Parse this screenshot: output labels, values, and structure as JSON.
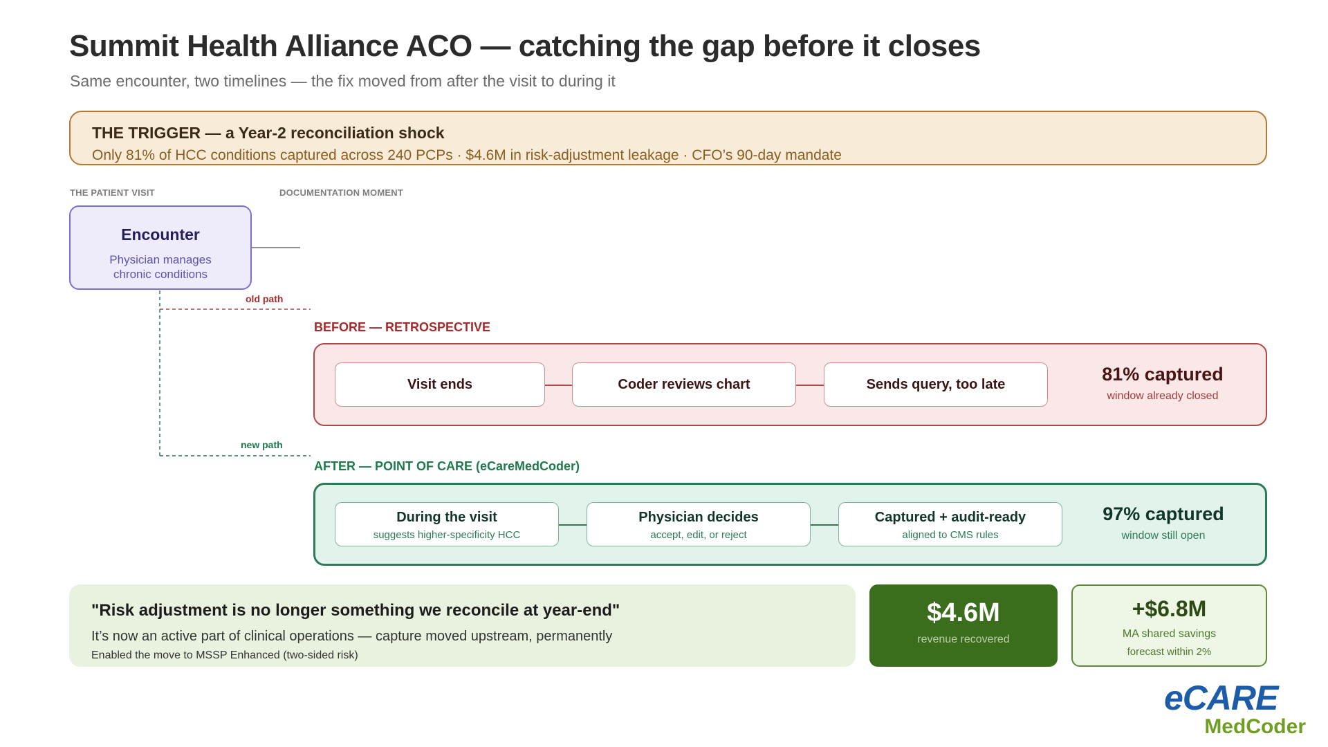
{
  "header": {
    "title": "Summit Health Alliance ACO — catching the gap before it closes",
    "subtitle": "Same encounter, two timelines — the fix moved from after the visit to during it"
  },
  "trigger": {
    "title": "THE TRIGGER — a Year-2 reconciliation shock",
    "text": "Only 81% of HCC conditions captured across 240 PCPs · $4.6M in risk-adjustment leakage · CFO’s 90-day mandate"
  },
  "columns": {
    "patient_visit": "THE PATIENT VISIT",
    "documentation_moment": "DOCUMENTATION MOMENT"
  },
  "encounter": {
    "title": "Encounter",
    "subtitle": "Physician manages chronic conditions"
  },
  "paths": {
    "old": "old path",
    "new": "new path"
  },
  "before": {
    "label": "BEFORE — RETROSPECTIVE",
    "steps": [
      {
        "title": "Visit ends"
      },
      {
        "title": "Coder reviews chart"
      },
      {
        "title": "Sends query, too late"
      }
    ],
    "metric": "81% captured",
    "metric_note": "window already closed"
  },
  "after": {
    "label": "AFTER — POINT OF CARE (eCareMedCoder)",
    "steps": [
      {
        "title": "During the visit",
        "sub": "suggests higher-specificity HCC"
      },
      {
        "title": "Physician decides",
        "sub": "accept, edit, or reject"
      },
      {
        "title": "Captured + audit-ready",
        "sub": "aligned to CMS rules"
      }
    ],
    "metric": "97% captured",
    "metric_note": "window still open"
  },
  "quote": {
    "text": "\"Risk adjustment is no longer something we reconcile at year-end\"",
    "line1": "It’s now an active part of clinical operations — capture moved upstream, permanently",
    "line2": "Enabled the move to MSSP Enhanced (two-sided risk)"
  },
  "kpis": {
    "revenue_value": "$4.6M",
    "revenue_label": "revenue recovered",
    "savings_value": "+$6.8M",
    "savings_label": "MA shared savings",
    "savings_note": "forecast within 2%"
  },
  "logo": {
    "ecare": "eCARE",
    "medcoder": "MedCoder"
  },
  "colors": {
    "before_accent": "#b04848",
    "after_accent": "#2d7a55",
    "encounter_accent": "#7a6fd2",
    "trigger_accent": "#b27a36",
    "kpi_dark": "#3b6e1c",
    "logo_blue": "#1c5ca8",
    "logo_green": "#6f9e22"
  }
}
